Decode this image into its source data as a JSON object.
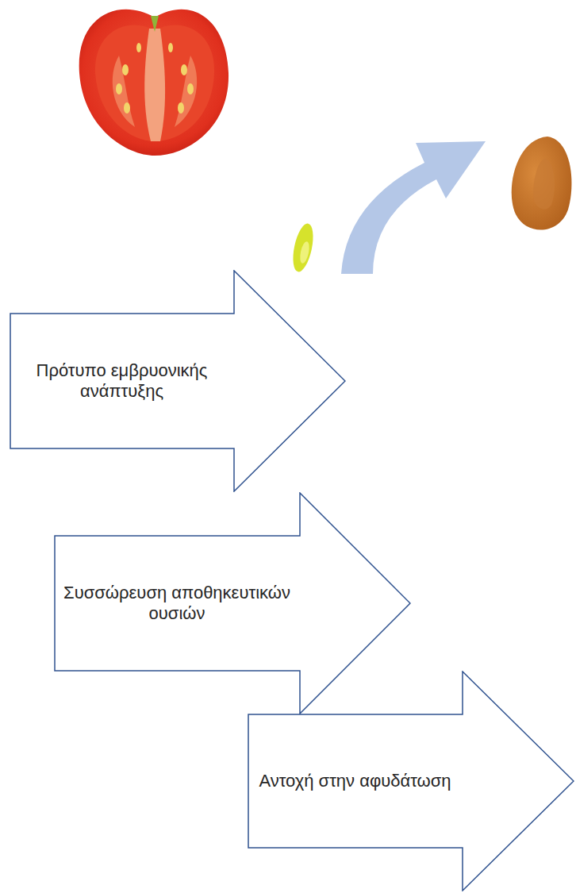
{
  "diagram": {
    "nodes": [
      {
        "text": [
          "Πρότυπο εμβρυονικής ανάπτυξης"
        ]
      },
      {
        "text": [
          "Συσσώρευση αποθηκευτικών ουσιών"
        ]
      },
      {
        "text": [
          "Αντοχή στην αφυδάτωση"
        ]
      }
    ]
  }
}
